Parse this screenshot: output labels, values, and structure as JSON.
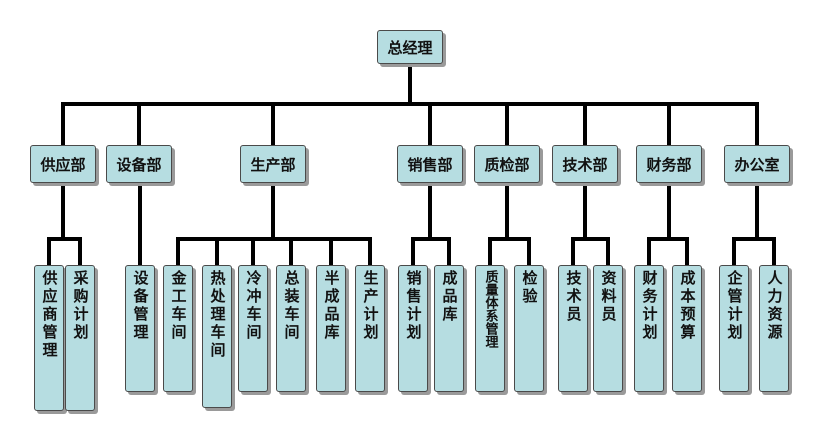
{
  "root": "总经理",
  "departments": [
    {
      "name": "供应部",
      "units": [
        "供应商管理",
        "采购计划"
      ]
    },
    {
      "name": "设备部",
      "units": [
        "设备管理"
      ]
    },
    {
      "name": "生产部",
      "units": [
        "金工车间",
        "热处理车间",
        "冷冲车间",
        "总装车间",
        "半成品库",
        "生产计划"
      ]
    },
    {
      "name": "销售部",
      "units": [
        "销售计划",
        "成品库"
      ]
    },
    {
      "name": "质检部",
      "units": [
        "质量体系管理",
        "检验"
      ]
    },
    {
      "name": "技术部",
      "units": [
        "技术员",
        "资料员"
      ]
    },
    {
      "name": "财务部",
      "units": [
        "财务计划",
        "成本预算"
      ]
    },
    {
      "name": "办公室",
      "units": [
        "企管计划",
        "人力资源"
      ]
    }
  ],
  "colors": {
    "box": "#b6dde1",
    "line": "#000000",
    "border": "#4a4a4a"
  }
}
